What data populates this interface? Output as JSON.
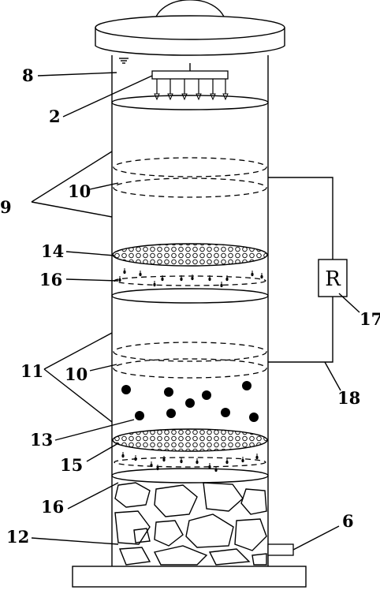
{
  "labels": {
    "n8": "8",
    "n2": "2",
    "n9": "9",
    "n10a": "10",
    "n14": "14",
    "n16a": "16",
    "n11": "11",
    "n10b": "10",
    "n13": "13",
    "n15": "15",
    "n16b": "16",
    "n12": "12",
    "n6": "6",
    "n17": "17",
    "n18": "18"
  },
  "resistor_symbol": "R"
}
